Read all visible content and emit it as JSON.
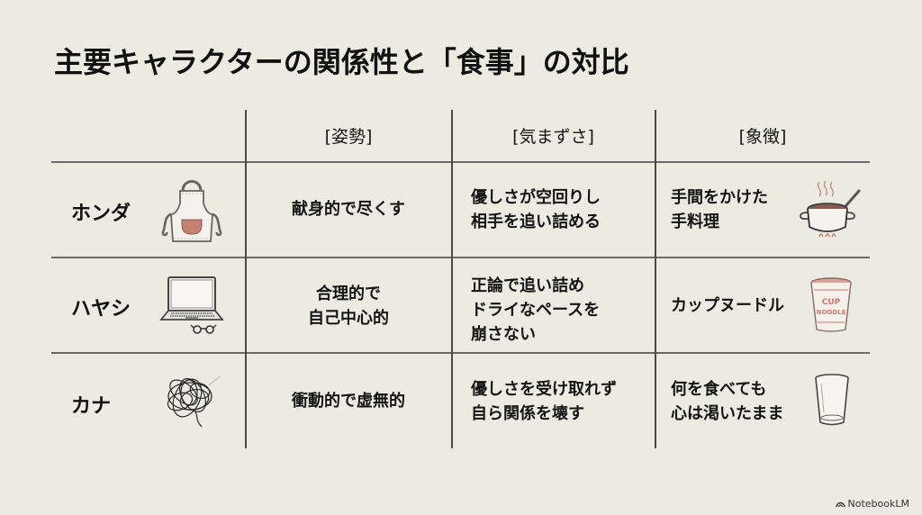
{
  "title": "主要キャラクターの関係性と「食事」の対比",
  "columns": [
    "[姿勢]",
    "[気まずさ]",
    "[象徴]"
  ],
  "rows": [
    {
      "name": "ホンダ",
      "icon": "apron-icon",
      "stance": [
        "献身的で尽くす"
      ],
      "awkwardness": [
        "優しさが空回りし",
        "相手を追い詰める"
      ],
      "symbol": [
        "手間をかけた",
        "手料理"
      ],
      "symbol_icon": "cooking-pot-icon"
    },
    {
      "name": "ハヤシ",
      "icon": "laptop-glasses-icon",
      "stance": [
        "合理的で",
        "自己中心的"
      ],
      "awkwardness": [
        "正論で追い詰め",
        "ドライなペースを",
        "崩さない"
      ],
      "symbol": [
        "カップヌードル"
      ],
      "symbol_icon": "cup-noodle-icon"
    },
    {
      "name": "カナ",
      "icon": "tangled-thread-icon",
      "stance": [
        "衝動的で虚無的"
      ],
      "awkwardness": [
        "優しさを受け取れず",
        "自ら関係を壊す"
      ],
      "symbol": [
        "何を食べても",
        "心は渇いたまま"
      ],
      "symbol_icon": "empty-glass-icon"
    }
  ],
  "branding": {
    "label": "NotebookLM"
  },
  "colors": {
    "background": "#ecebe2",
    "grid": "#5a5a56",
    "accent": "#c48172"
  }
}
